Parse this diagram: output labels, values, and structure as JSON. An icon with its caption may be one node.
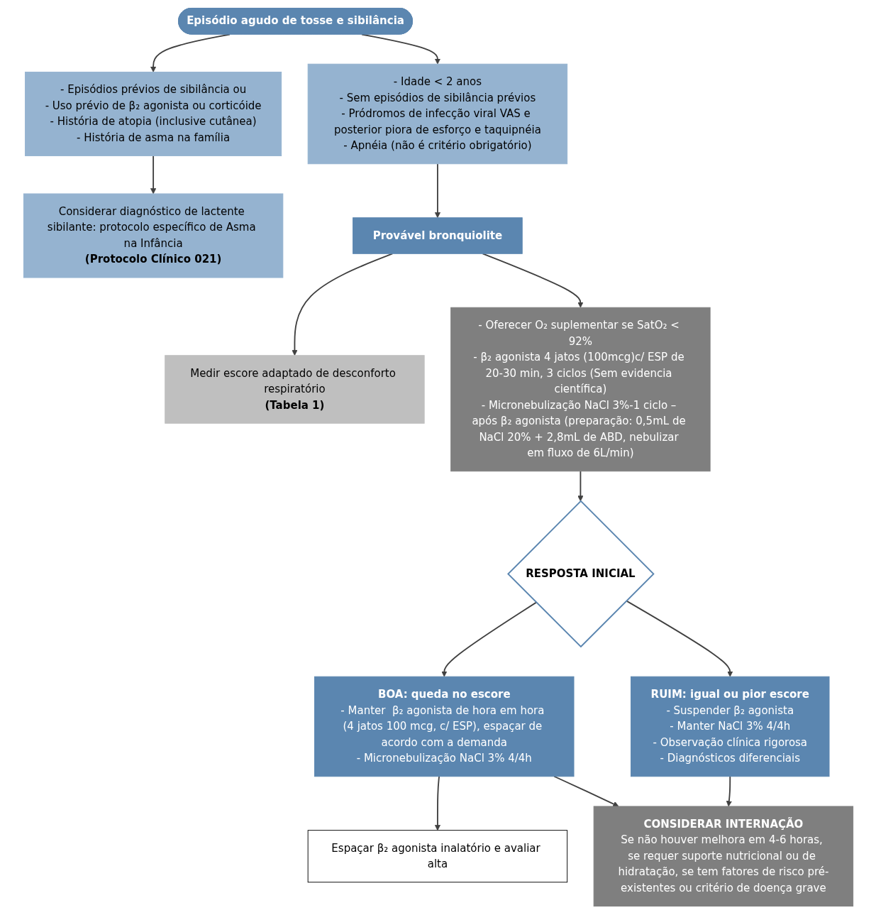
{
  "diagram": {
    "nodes": [
      {
        "text": [
          "Episódio agudo de tosse e sibilância"
        ]
      },
      {
        "text": [
          "- Idade < 2 anos",
          "- Sem episódios de sibilância prévios",
          "- Pródromos de infecção viral VAS e posterior piora de esforço e taquipnéia",
          "- Apnéia (não é critério obrigatório)"
        ]
      },
      {
        "text": [
          "- Episódios prévios de sibilância ou",
          "- Uso prévio de β₂ agonista ou corticóide",
          "- História de atopia (inclusive cutânea)",
          "- História de asma na família"
        ]
      },
      {
        "text": [
          "Considerar diagnóstico de lactente sibilante: protocolo específico de Asma na Infância",
          "(Protocolo Clínico 021)"
        ]
      },
      {
        "text": [
          "Provável bronquiolite"
        ]
      },
      {
        "text": [
          "Medir escore adaptado de desconforto respiratório",
          "(Tabela 1)"
        ]
      },
      {
        "text": [
          "- Oferecer O₂ suplementar se SatO₂ < 92%",
          "- β₂ agonista 4 jatos (100mcg)c/ ESP de 20-30 min, 3 ciclos (Sem evidencia científica)",
          "- Micronebulização NaCl 3%-1 ciclo – após β₂ agonista (preparação: 0,5mL de NaCl 20% + 2,8mL de ABD, nebulizar em fluxo de 6L/min)"
        ]
      },
      {
        "text": [
          "RESPOSTA INICIAL"
        ]
      },
      {
        "text": [
          "BOA: queda no escore",
          "- Manter  β₂ agonista de hora em hora (4 jatos 100 mcg, c/ ESP), espaçar de acordo com a demanda",
          "- Micronebulização NaCl 3% 4/4h"
        ]
      },
      {
        "text": [
          "RUIM: igual ou pior escore",
          "- Suspender β₂ agonista",
          "- Manter NaCl 3% 4/4h",
          "- Observação clínica rigorosa",
          "- Diagnósticos diferenciais"
        ]
      },
      {
        "text": [
          "Espaçar β₂ agonista inalatório e avaliar alta"
        ]
      },
      {
        "text": [
          "CONSIDERAR INTERNAÇÃO",
          "Se não houver melhora em 4-6 horas, se requer suporte nutricional ou de hidratação, se tem fatores de risco pré-existentes ou critério de doença grave"
        ]
      }
    ],
    "edges": [
      {
        "from": 0,
        "to": 1,
        "arrow": "to"
      },
      {
        "from": 0,
        "to": 2,
        "arrow": "to"
      },
      {
        "from": 2,
        "to": 3,
        "arrow": "to"
      },
      {
        "from": 1,
        "to": 4,
        "arrow": "to"
      },
      {
        "from": 4,
        "to": 5,
        "arrow": "to"
      },
      {
        "from": 4,
        "to": 6,
        "arrow": "to"
      },
      {
        "from": 6,
        "to": 7,
        "arrow": "to"
      },
      {
        "from": 7,
        "to": 8,
        "arrow": "to"
      },
      {
        "from": 7,
        "to": 9,
        "arrow": "to"
      },
      {
        "from": 8,
        "to": 10,
        "arrow": "to"
      },
      {
        "from": 8,
        "to": 11,
        "arrow": "to"
      },
      {
        "from": 9,
        "to": 11,
        "arrow": "to"
      }
    ]
  }
}
